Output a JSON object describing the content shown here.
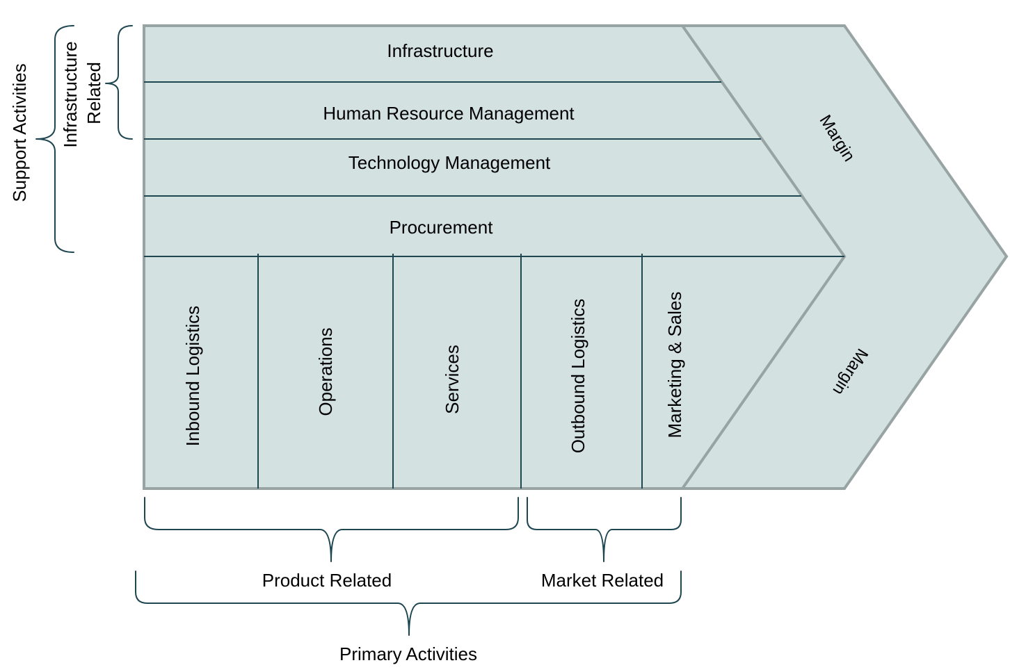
{
  "support": {
    "label": "Support Activities",
    "infrastructure_related_line1": "Infrastructure",
    "infrastructure_related_line2": "Related",
    "rows": [
      "Infrastructure",
      "Human Resource Management",
      "Technology Management",
      "Procurement"
    ]
  },
  "primary": {
    "label": "Primary Activities",
    "columns": [
      "Inbound Logistics",
      "Operations",
      "Services",
      "Outbound Logistics",
      "Marketing & Sales"
    ],
    "product_related": "Product Related",
    "market_related": "Market Related"
  },
  "margin": {
    "top": "Margin",
    "bottom": "Margin"
  },
  "colors": {
    "fill": "#d4e1e1",
    "outline": "#98a3a3",
    "lines": "#1d4650",
    "text": "#000000"
  }
}
